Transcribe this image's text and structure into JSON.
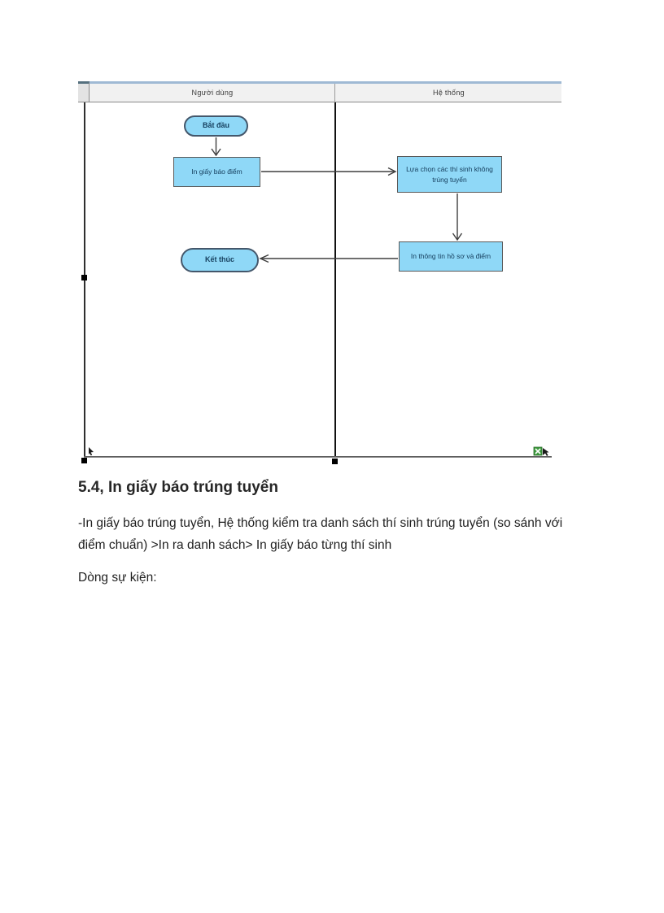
{
  "document": {
    "heading": "5.4, In giấy báo trúng tuyển",
    "paragraph": "-In giấy báo trúng tuyển, Hệ thống kiểm tra danh sách thí sinh trúng tuyển (so sánh với điểm chuẩn) >In ra danh sách> In giấy báo từng thí sinh",
    "event_flow_label": "Dòng sự kiện:"
  },
  "diagram": {
    "type": "activity-swimlane",
    "lanes": [
      {
        "label": "Người dùng"
      },
      {
        "label": "Hệ thống"
      }
    ],
    "nodes": [
      {
        "id": "start",
        "type": "start",
        "lane": "Người dùng",
        "label": "Bắt đầu"
      },
      {
        "id": "print-score-report",
        "type": "action",
        "lane": "Người dùng",
        "label": "In giấy báo điểm"
      },
      {
        "id": "select-not-admitted",
        "type": "action",
        "lane": "Hệ thống",
        "label": "Lựa chọn các thí sinh không trúng tuyển"
      },
      {
        "id": "print-profile-score",
        "type": "action",
        "lane": "Hệ thống",
        "label": "In thông tin hồ sơ và điểm"
      },
      {
        "id": "end",
        "type": "end",
        "lane": "Người dùng",
        "label": "Kết thúc"
      }
    ],
    "edges": [
      {
        "from": "start",
        "to": "print-score-report"
      },
      {
        "from": "print-score-report",
        "to": "select-not-admitted"
      },
      {
        "from": "select-not-admitted",
        "to": "print-profile-score"
      },
      {
        "from": "print-profile-score",
        "to": "end"
      }
    ],
    "colors": {
      "node_fill": "#8fd8f7",
      "node_border": "#595959",
      "terminal_border": "#44576b",
      "node_text": "#17405f",
      "header_fill": "#f1f1f1",
      "header_top_border": "#9fb9d4",
      "arrow": "#3f3f3f"
    },
    "icons": [
      "pointer-icon",
      "green-sheet-cursor-icon"
    ]
  }
}
